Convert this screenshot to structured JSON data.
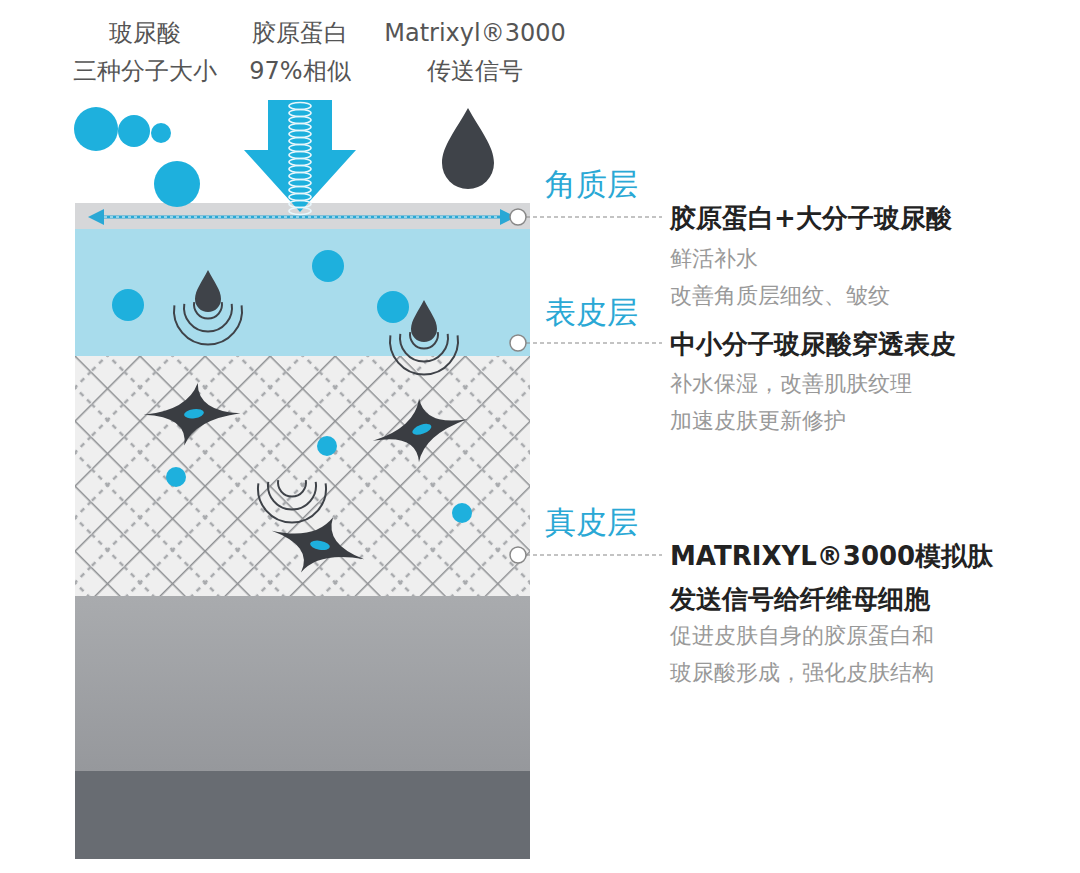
{
  "diagram": {
    "labels": [
      "玻尿酸 三种分子大小",
      "胶原蛋白 97%相似",
      "Matrixyl®3000 传送信号",
      "角质层",
      "胶原蛋白+大分子玻尿酸",
      "鲜活补水 改善角质层细纹、皱纹",
      "表皮层",
      "中小分子玻尿酸穿透表皮",
      "补水保湿，改善肌肤纹理 加速皮肤更新修护",
      "真皮层",
      "MATRIXYL®3000模拟肽 发送信号给纤维母细胞",
      "促进皮肤自身的胶原蛋白和 玻尿酸形成，强化皮肤结构"
    ]
  }
}
